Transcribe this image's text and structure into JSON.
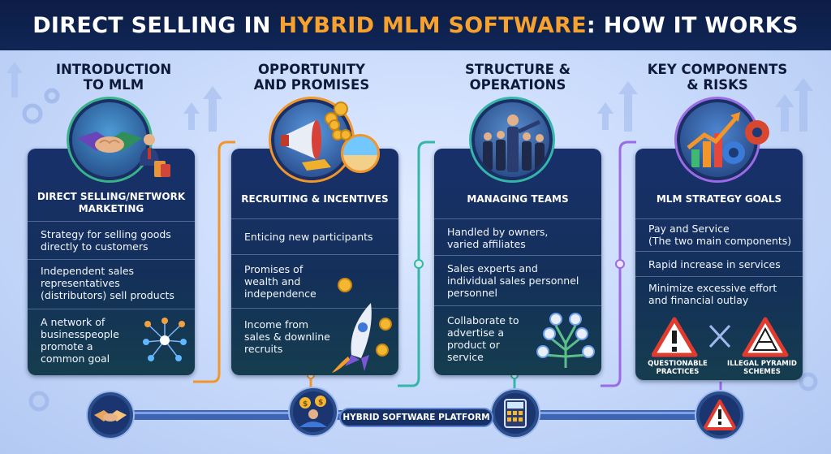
{
  "title": {
    "prefix": "DIRECT SELLING IN ",
    "highlight": "HYBRID MLM SOFTWARE",
    "suffix": ": HOW IT WORKS"
  },
  "columns": [
    {
      "title_l1": "INTRODUCTION",
      "title_l2": "TO MLM",
      "card_head_l1": "DIRECT SELLING/NETWORK",
      "card_head_l2": "MARKETING",
      "items": [
        {
          "l1": "Strategy for selling goods",
          "l2": "directly to customers",
          "l3": "",
          "l4": ""
        },
        {
          "l1": "Independent sales",
          "l2": "representatives",
          "l3": "(distributors) sell products",
          "l4": ""
        },
        {
          "l1": "A network of",
          "l2": "businesspeople",
          "l3": "promote a",
          "l4": "common goal"
        }
      ],
      "icons": [
        "handshake-icon",
        "businessman-icon",
        "shopping-bags-icon",
        "network-icon"
      ]
    },
    {
      "title_l1": "OPPORTUNITY",
      "title_l2": "AND PROMISES",
      "card_head_l1": "RECRUITING & INCENTIVES",
      "card_head_l2": "",
      "items": [
        {
          "l1": "Enticing new participants",
          "l2": "",
          "l3": "",
          "l4": ""
        },
        {
          "l1": "Promises of",
          "l2": "wealth and",
          "l3": "independence",
          "l4": ""
        },
        {
          "l1": "Income from",
          "l2": "sales & downline",
          "l3": "recruits",
          "l4": ""
        }
      ],
      "icons": [
        "megaphone-icon",
        "coin-icon",
        "gold-bar-icon",
        "beach-icon",
        "rocket-icon"
      ]
    },
    {
      "title_l1": "STRUCTURE &",
      "title_l2": "OPERATIONS",
      "card_head_l1": "MANAGING TEAMS",
      "card_head_l2": "",
      "items": [
        {
          "l1": "Handled by owners,",
          "l2": "varied affiliates",
          "l3": "",
          "l4": ""
        },
        {
          "l1": "Sales experts and",
          "l2": "individual sales personnel",
          "l3": "personnel",
          "l4": ""
        },
        {
          "l1": "Collaborate to",
          "l2": "advertise a",
          "l3": "product or",
          "l4": "service"
        }
      ],
      "icons": [
        "team-icon",
        "people-tree-icon"
      ]
    },
    {
      "title_l1": "KEY COMPONENTS",
      "title_l2": "& RISKS",
      "card_head_l1": "MLM STRATEGY GOALS",
      "card_head_l2": "",
      "items": [
        {
          "l1": "Pay and Service",
          "l2": "(The two main components)",
          "l3": "",
          "l4": ""
        },
        {
          "l1": "Rapid increase in services",
          "l2": "",
          "l3": "",
          "l4": ""
        },
        {
          "l1": "Minimize excessive effort",
          "l2": "and financial outlay",
          "l3": "",
          "l4": ""
        }
      ],
      "warnings": [
        {
          "l1": "QUESTIONABLE",
          "l2": "PRACTICES"
        },
        {
          "l1": "ILLEGAL PYRAMID",
          "l2": "SCHEMES"
        }
      ],
      "icons": [
        "growth-chart-icon",
        "gear-icon",
        "warning-icon",
        "cross-icon",
        "pyramid-warning-icon"
      ]
    }
  ],
  "platform": {
    "label": "HYBRID SOFTWARE PLATFORM",
    "nodes": [
      "handshake-icon",
      "payout-hand-icon",
      "calculator-icon",
      "alert-icon"
    ]
  },
  "colors": {
    "title_bg": "#0d1d45",
    "highlight": "#f7a12e",
    "card": "#18306b",
    "orange_line": "#f2962a",
    "teal_line": "#35b6a8",
    "violet_line": "#9b6ae6"
  }
}
